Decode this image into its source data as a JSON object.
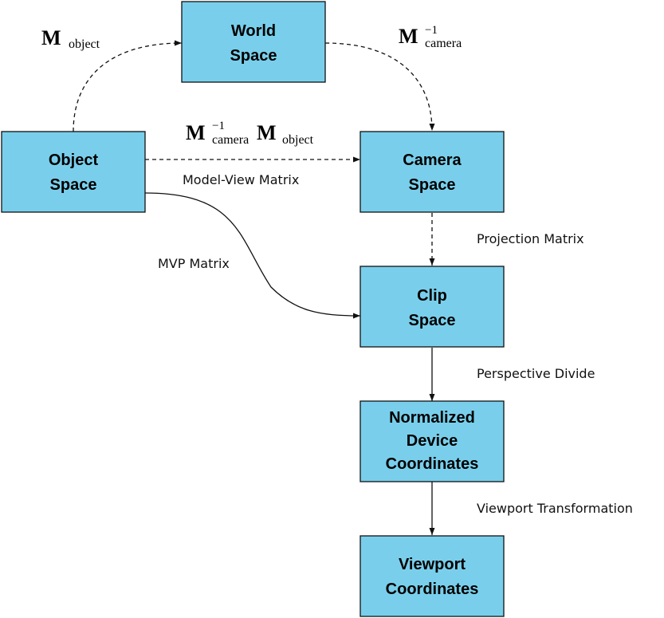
{
  "nodes": {
    "world": {
      "lines": [
        "World",
        "Space"
      ]
    },
    "object": {
      "lines": [
        "Object",
        "Space"
      ]
    },
    "camera": {
      "lines": [
        "Camera",
        "Space"
      ]
    },
    "clip": {
      "lines": [
        "Clip",
        "Space"
      ]
    },
    "ndc": {
      "lines": [
        "Normalized",
        "Device",
        "Coordinates"
      ]
    },
    "viewport": {
      "lines": [
        "Viewport",
        "Coordinates"
      ]
    }
  },
  "edges": {
    "object_to_world": {
      "symbol": "M",
      "subscript": "object"
    },
    "world_to_camera": {
      "symbol": "M",
      "subscript": "camera",
      "superscript": "−1"
    },
    "object_to_camera": {
      "symbol1": "M",
      "sub1": "camera",
      "sup1": "−1",
      "symbol2": "M",
      "sub2": "object",
      "label": "Model-View Matrix"
    },
    "object_to_clip": {
      "label": "MVP Matrix"
    },
    "camera_to_clip": {
      "label": "Projection Matrix"
    },
    "clip_to_ndc": {
      "label": "Perspective Divide"
    },
    "ndc_to_viewport": {
      "label": "Viewport Transformation"
    }
  }
}
